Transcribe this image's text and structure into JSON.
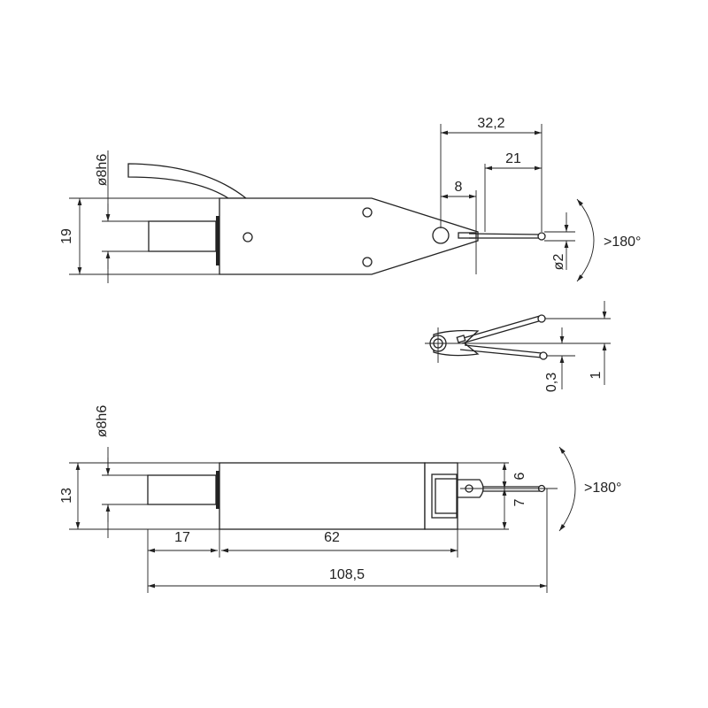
{
  "top_view": {
    "dim_total_tip": "32,2",
    "dim_stylus": "21",
    "dim_pivot": "8",
    "dim_height": "19",
    "dim_shank": "ø8h6",
    "dim_ball": "ø2",
    "swing_angle": ">180°"
  },
  "side_detail": {
    "dim_offset": "0,3",
    "dim_spread": "1"
  },
  "bottom_view": {
    "dim_height": "13",
    "dim_shank": "ø8h6",
    "dim_upper": "6",
    "dim_lower": "7",
    "dim_shank_length": "17",
    "dim_body_length": "62",
    "dim_total_length": "108,5",
    "swing_angle": ">180°"
  },
  "colors": {
    "line": "#222222",
    "background": "#ffffff"
  }
}
